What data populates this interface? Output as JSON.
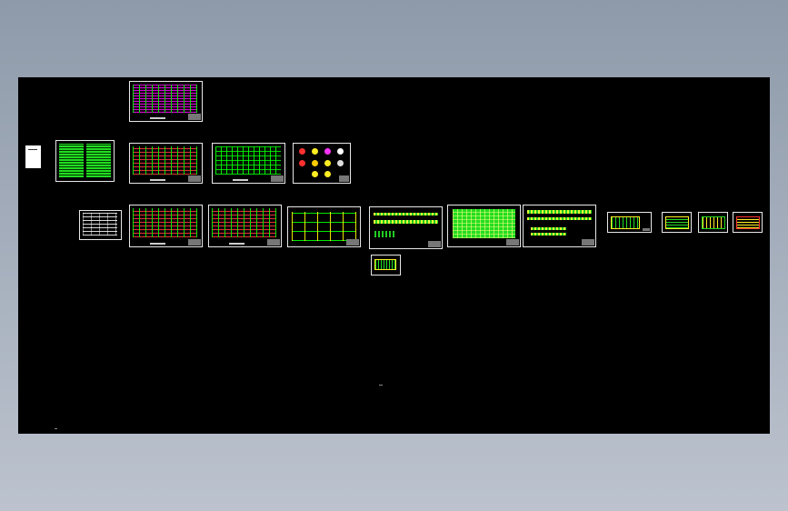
{
  "viewport": {
    "background": "#000000",
    "sheet_border_color": "#e8e8e8"
  },
  "colors": {
    "accent_green": "#22dd22",
    "accent_red": "#ff3c3c",
    "accent_magenta": "#ff00ff",
    "accent_yellow": "#e6ff33"
  },
  "sheets": [
    {
      "id": "sheet-01",
      "kind": "rebar-red"
    },
    {
      "id": "sheet-02",
      "kind": "legend-small"
    },
    {
      "id": "sheet-03",
      "kind": "notes-green"
    },
    {
      "id": "sheet-04",
      "kind": "rebar-red"
    },
    {
      "id": "sheet-05",
      "kind": "grid-green"
    },
    {
      "id": "sheet-06",
      "kind": "details-colored"
    },
    {
      "id": "sheet-07",
      "kind": "table-white"
    },
    {
      "id": "sheet-08",
      "kind": "rebar-red"
    },
    {
      "id": "sheet-09",
      "kind": "rebar-red"
    },
    {
      "id": "sheet-10",
      "kind": "bar-grid"
    },
    {
      "id": "sheet-11",
      "kind": "bands"
    },
    {
      "id": "sheet-12",
      "kind": "solid-green"
    },
    {
      "id": "sheet-13",
      "kind": "bands-wide"
    },
    {
      "id": "sheet-14",
      "kind": "detail-small"
    },
    {
      "id": "sheet-15",
      "kind": "detail-small"
    },
    {
      "id": "sheet-16",
      "kind": "detail-small"
    },
    {
      "id": "sheet-17",
      "kind": "detail-small"
    },
    {
      "id": "sheet-18",
      "kind": "detail-small"
    }
  ]
}
